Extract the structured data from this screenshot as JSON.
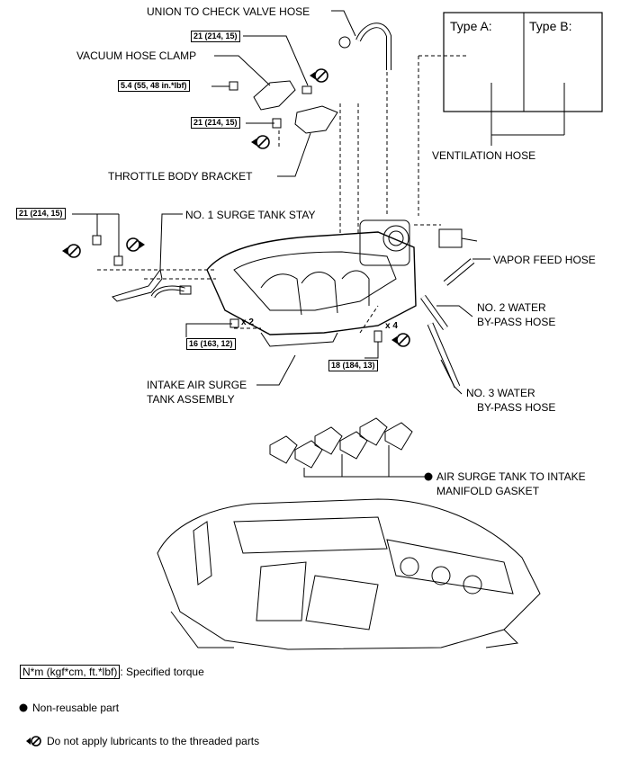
{
  "callouts": {
    "union_to_check_valve_hose": "UNION TO CHECK VALVE HOSE",
    "vacuum_hose_clamp": "VACUUM HOSE CLAMP",
    "throttle_body_bracket": "THROTTLE BODY BRACKET",
    "no1_surge_tank_stay": "NO. 1 SURGE TANK STAY",
    "ventilation_hose": "VENTILATION HOSE",
    "vapor_feed_hose": "VAPOR FEED HOSE",
    "no2_water_bypass_hose_line1": "NO. 2 WATER",
    "no2_water_bypass_hose_line2": "BY-PASS HOSE",
    "no3_water_bypass_hose_line1": "NO. 3 WATER",
    "no3_water_bypass_hose_line2": "BY-PASS HOSE",
    "intake_air_surge_tank_line1": "INTAKE AIR SURGE",
    "intake_air_surge_tank_line2": "TANK ASSEMBLY",
    "gasket_line1": "AIR SURGE TANK TO INTAKE",
    "gasket_line2": "MANIFOLD GASKET"
  },
  "type_box": {
    "type_a": "Type A:",
    "type_b": "Type B:"
  },
  "torques": {
    "t1": "21 (214, 15)",
    "t2": "5.4 (55, 48 in.*lbf)",
    "t3": "21 (214, 15)",
    "t4": "21 (214, 15)",
    "t5": "16 (163, 12)",
    "t6": "18 (184, 13)"
  },
  "quantities": {
    "q1": "x 2",
    "q2": "x 4"
  },
  "legend": {
    "torque_key": "N*m (kgf*cm, ft.*lbf)",
    "torque_desc": ": Specified torque",
    "non_reusable": "Non-reusable part",
    "no_lubricant": "Do not apply lubricants to the threaded parts"
  }
}
